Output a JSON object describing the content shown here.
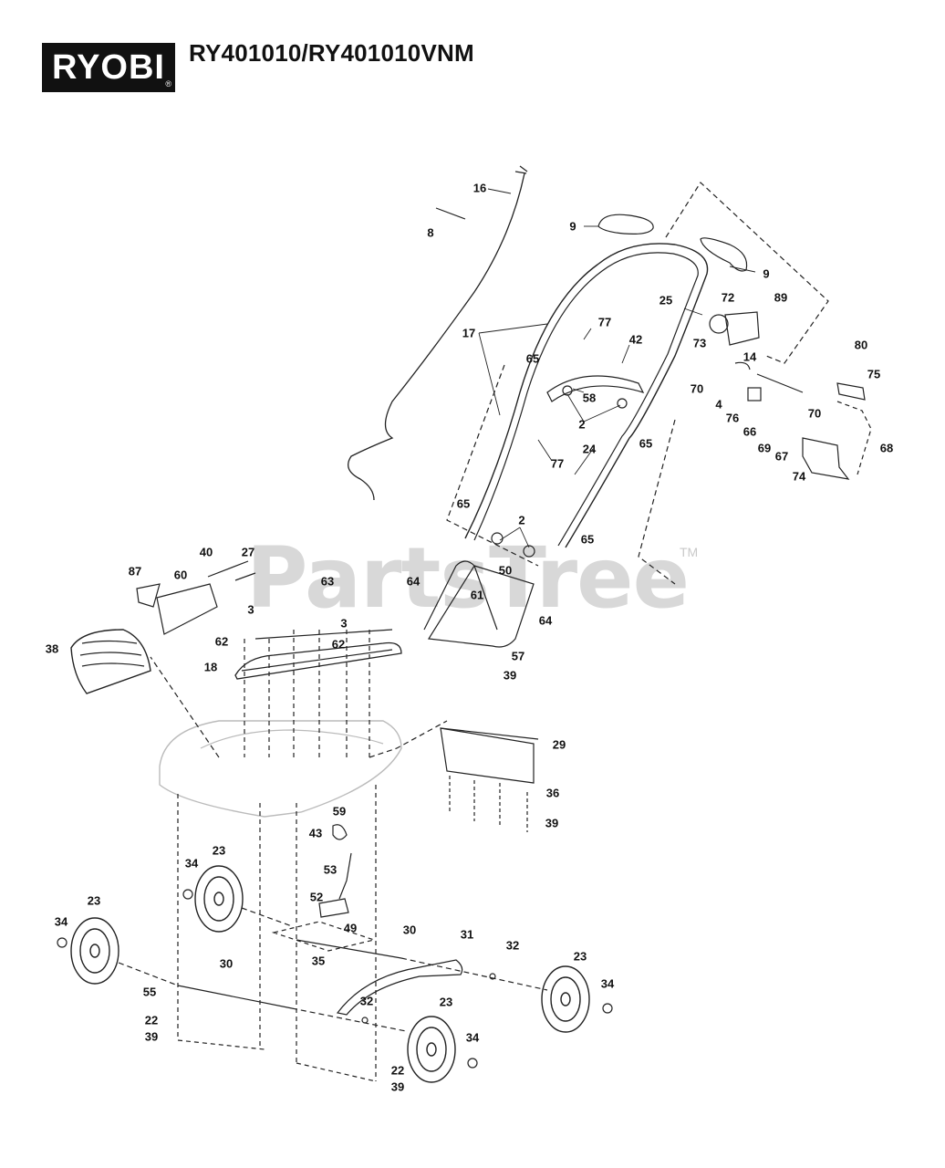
{
  "brand": {
    "logo_text": "RYOBI",
    "logo_mark": "®"
  },
  "model_title": "RY401010/RY401010VNM",
  "watermark": {
    "text": "PartsTree",
    "tm": "TM"
  },
  "callouts": [
    "16",
    "8",
    "9",
    "9",
    "25",
    "72",
    "89",
    "73",
    "14",
    "17",
    "77",
    "42",
    "65",
    "58",
    "2",
    "80",
    "75",
    "70",
    "4",
    "70",
    "76",
    "66",
    "69",
    "67",
    "68",
    "74",
    "65",
    "77",
    "24",
    "65",
    "2",
    "65",
    "40",
    "27",
    "87",
    "60",
    "63",
    "64",
    "50",
    "61",
    "3",
    "3",
    "62",
    "62",
    "64",
    "38",
    "18",
    "57",
    "39",
    "29",
    "36",
    "39",
    "59",
    "43",
    "53",
    "23",
    "34",
    "52",
    "23",
    "34",
    "49",
    "30",
    "35",
    "31",
    "32",
    "23",
    "30",
    "55",
    "34",
    "32",
    "23",
    "22",
    "39",
    "34",
    "22",
    "39"
  ]
}
